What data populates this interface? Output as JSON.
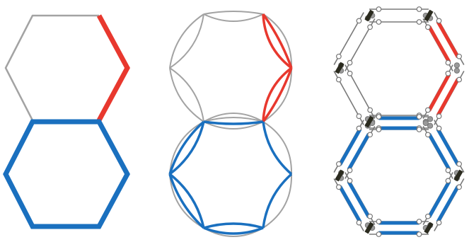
{
  "colors": {
    "background": "#ffffff",
    "neutral_edge": "#a3a3a3",
    "red_edge": "#e8382e",
    "blue_edge": "#1a70bf",
    "node_fill_gray": "#9a9a9a",
    "node_fill_white": "#ffffff",
    "junction_dark": "#2b2b1f"
  },
  "panels": [
    {
      "name": "hexagon-lattice-panel",
      "description_text": ""
    },
    {
      "name": "directed-arc-graph-panel",
      "description_text": ""
    },
    {
      "name": "ladder-network-panel",
      "description_text": ""
    }
  ]
}
